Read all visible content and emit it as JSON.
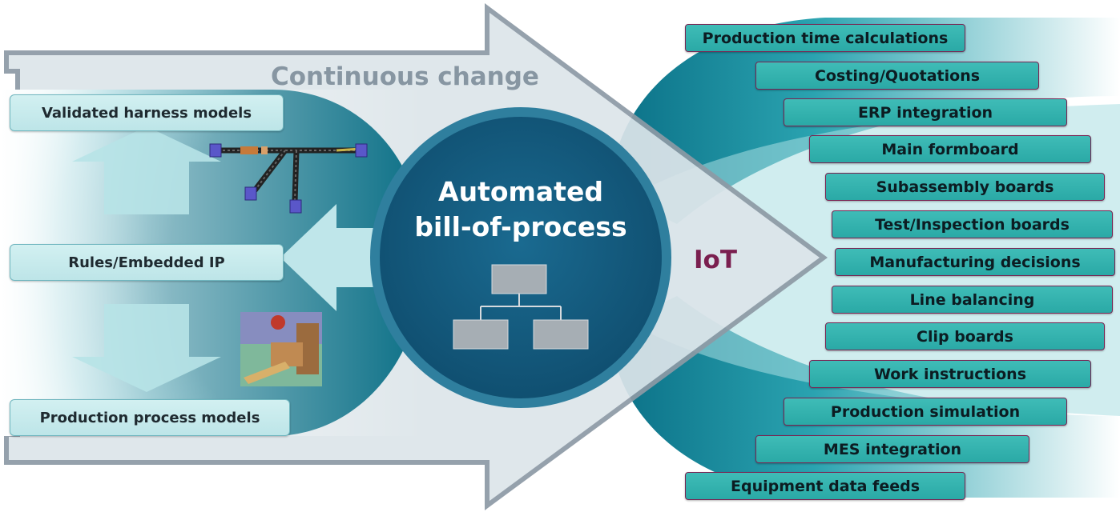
{
  "header_label": "Continuous change",
  "center": {
    "title_line1": "Automated",
    "title_line2": "bill-of-process"
  },
  "iot_label": "IoT",
  "inputs": [
    "Validated harness models",
    "Rules/Embedded IP",
    "Production process models"
  ],
  "outputs": [
    "Production time calculations",
    "Costing/Quotations",
    "ERP integration",
    "Main formboard",
    "Subassembly boards",
    "Test/Inspection boards",
    "Manufacturing decisions",
    "Line balancing",
    "Clip boards",
    "Work instructions",
    "Production simulation",
    "MES integration",
    "Equipment data feeds"
  ],
  "colors": {
    "big_arrow_fill": "#dde5ea",
    "big_arrow_border": "#8d9aa5",
    "center_circle": "#155c80",
    "center_ring": "#2f7f9e",
    "input_tile": "#c9eef0",
    "output_tile": "#35b4b0",
    "output_tile_border": "#7a2452",
    "iot_text": "#7a1f4f",
    "header_text": "#8796a2"
  },
  "icons": {
    "harness": "wire-harness-icon",
    "machine": "crimp-machine-icon",
    "hierarchy": "org-chart-icon"
  }
}
